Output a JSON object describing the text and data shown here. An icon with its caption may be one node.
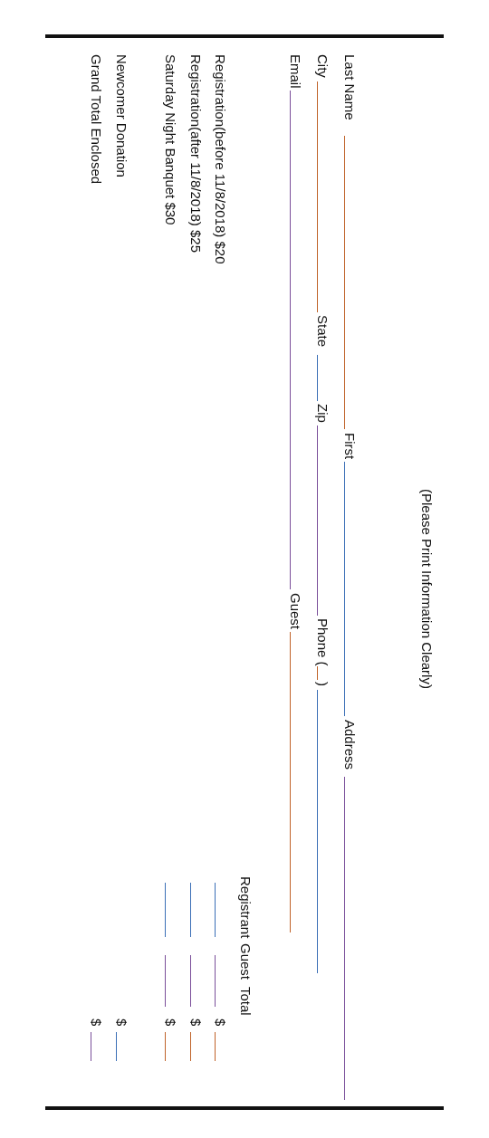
{
  "diagram": {
    "labels": [
      "(Please Print Information Clearly)",
      "Last Name",
      "First",
      "Address",
      "City",
      "State",
      "Zip",
      "Phone (",
      ")",
      "Email",
      "Guest",
      "Registrant",
      "Guest",
      "Total",
      "Registration(before 11/8/2018) $20",
      "$",
      "Registration(after 11/8/2018) $25",
      "$",
      "Saturday Night Banquet $30",
      "$",
      "Newcomer Donation",
      "$",
      "Grand Total Enclosed",
      "$"
    ]
  }
}
